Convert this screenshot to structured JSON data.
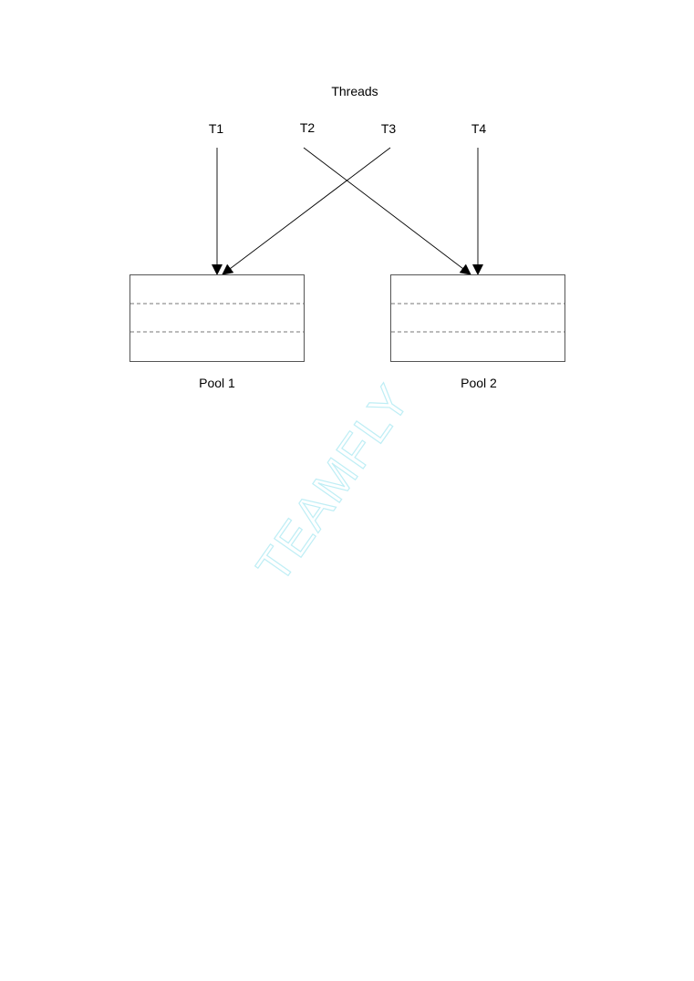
{
  "diagram": {
    "title": "Threads",
    "threads": [
      {
        "id": "t1",
        "label": "T1",
        "target": "pool1"
      },
      {
        "id": "t2",
        "label": "T2",
        "target": "pool2"
      },
      {
        "id": "t3",
        "label": "T3",
        "target": "pool1"
      },
      {
        "id": "t4",
        "label": "T4",
        "target": "pool2"
      }
    ],
    "pools": [
      {
        "id": "pool1",
        "label": "Pool 1"
      },
      {
        "id": "pool2",
        "label": "Pool 2"
      }
    ]
  },
  "watermark": {
    "text": "TEAMFLY",
    "color": "#bfeef5"
  }
}
